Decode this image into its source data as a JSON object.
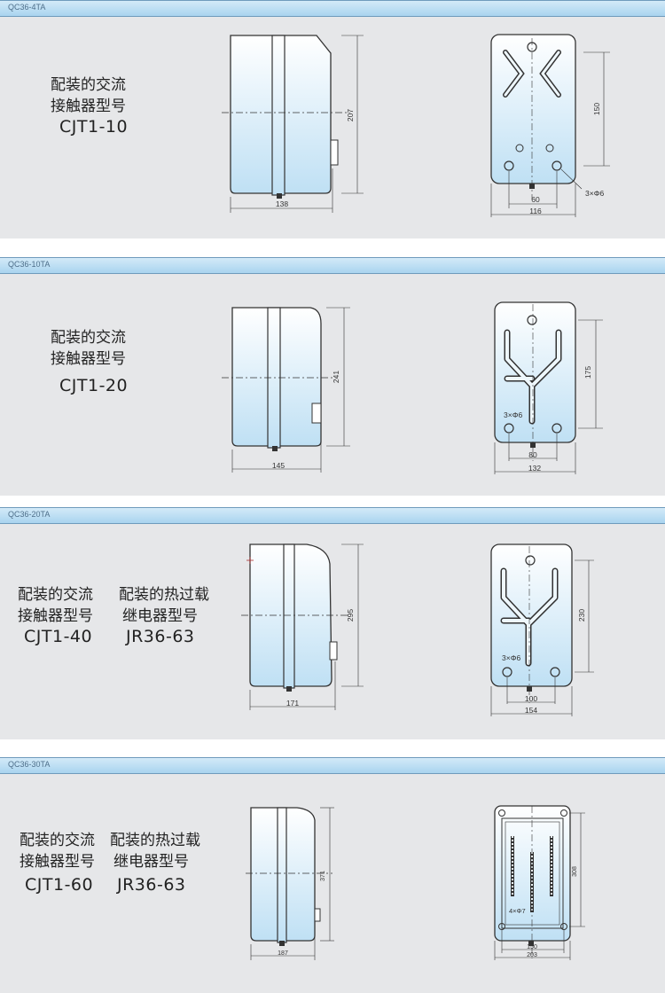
{
  "sections": [
    {
      "label": "QC36-4TA",
      "contactor": {
        "heading_line1": "配装的交流",
        "heading_line2": "接触器型号",
        "model": "CJT1-10"
      },
      "dims": {
        "width": "138",
        "height": "207",
        "mount_height": "150",
        "mount_width": "60",
        "base_width": "116",
        "holes": "3×Φ6"
      }
    },
    {
      "label": "QC36-10TA",
      "contactor": {
        "heading_line1": "配装的交流",
        "heading_line2": "接触器型号",
        "model": "CJT1-20"
      },
      "dims": {
        "width": "145",
        "height": "241",
        "mount_height": "175",
        "mount_width": "80",
        "base_width": "132",
        "holes": "3×Φ6"
      }
    },
    {
      "label": "QC36-20TA",
      "contactor": {
        "heading_line1": "配装的交流",
        "heading_line2": "接触器型号",
        "model": "CJT1-40"
      },
      "relay": {
        "heading_line1": "配装的热过载",
        "heading_line2": "继电器型号",
        "model": "JR36-63"
      },
      "dims": {
        "width": "171",
        "height": "295",
        "mount_height": "230",
        "mount_width": "100",
        "base_width": "154",
        "holes": "3×Φ6"
      }
    },
    {
      "label": "QC36-30TA",
      "contactor": {
        "heading_line1": "配装的交流",
        "heading_line2": "接触器型号",
        "model": "CJT1-60"
      },
      "relay": {
        "heading_line1": "配装的热过载",
        "heading_line2": "继电器型号",
        "model": "JR36-63"
      },
      "dims": {
        "width": "187",
        "height": "371",
        "mount_height": "308",
        "mount_width": "150",
        "base_width": "203",
        "holes": "4×Φ7"
      }
    }
  ],
  "colors": {
    "band_top": "#d3eaf8",
    "band_bottom": "#a9d4ef",
    "panel": "#e6e7e9",
    "body_fill_top": "#ffffff",
    "body_fill_bottom": "#bfe0f4"
  }
}
